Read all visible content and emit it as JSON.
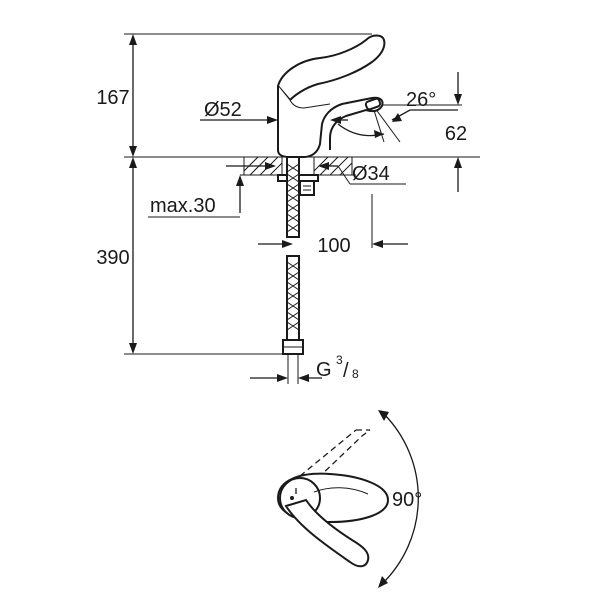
{
  "dimensions": {
    "top_height": "167",
    "bottom_height": "390",
    "body_diameter": "Ø52",
    "hole_diameter": "Ø34",
    "spout_angle": "26°",
    "spout_height": "62",
    "max_deck_thickness": "max.30",
    "spout_projection": "100",
    "connection_thread_base": "G",
    "connection_thread_num": "3",
    "connection_thread_den": "8",
    "lever_rotation": "90°"
  }
}
